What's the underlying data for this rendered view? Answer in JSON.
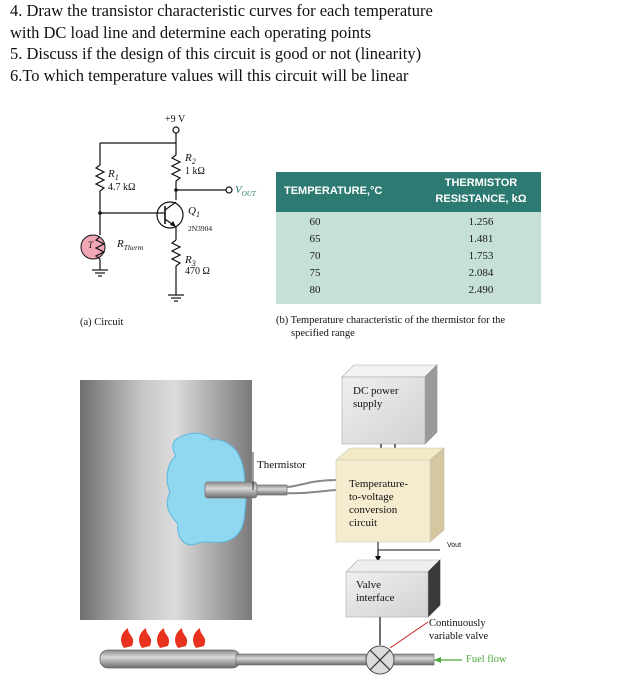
{
  "questions": [
    "4. Draw the transistor characteristic curves for each temperature",
    "with DC load line and determine each operating points",
    "5. Discuss if the design of this circuit is good or not (linearity)",
    "6.To which temperature values will this circuit will be linear"
  ],
  "circuit": {
    "supply": "+9 V",
    "r1_label": "R",
    "r1_sub": "1",
    "r1_value": "4.7 kΩ",
    "r2_label": "R",
    "r2_sub": "2",
    "r2_value": "1 kΩ",
    "vout_label": "V",
    "vout_sub": "OUT",
    "q1_label": "Q",
    "q1_sub": "1",
    "transistor": "2N3904",
    "rtherm_label": "R",
    "rtherm_sub": "Therm",
    "thermistor_symbol": "T",
    "r3_label": "R",
    "r3_sub": "3",
    "r3_value": "470 Ω",
    "caption": "(a) Circuit"
  },
  "table": {
    "header_temp": "TEMPERATURE,°C",
    "header_res_line1": "THERMISTOR",
    "header_res_line2": "RESISTANCE, kΩ",
    "rows": [
      {
        "temp": "60",
        "res": "1.256"
      },
      {
        "temp": "65",
        "res": "1.481"
      },
      {
        "temp": "70",
        "res": "1.753"
      },
      {
        "temp": "75",
        "res": "2.084"
      },
      {
        "temp": "80",
        "res": "2.490"
      }
    ],
    "caption_line1": "(b) Temperature characteristic of the thermistor for the",
    "caption_line2": "specified range"
  },
  "system": {
    "dc_line1": "DC power",
    "dc_line2": "supply",
    "thermistor": "Thermistor",
    "conv_line1": "Temperature-",
    "conv_line2": "to-voltage",
    "conv_line3": "conversion",
    "conv_line4": "circuit",
    "vout": "Vout",
    "valve_line1": "Valve",
    "valve_line2": "interface",
    "cont_line1": "Continuously",
    "cont_line2": "variable valve",
    "fuel_flow": "Fuel flow"
  },
  "colors": {
    "table_header": "#2c7a72",
    "table_body": "#c6e0d6",
    "flame": "#8fd8f0",
    "fire": "#e8321e",
    "fuel_arrow": "#4aa83a",
    "thermistor_pink": "#f2a7b6"
  }
}
